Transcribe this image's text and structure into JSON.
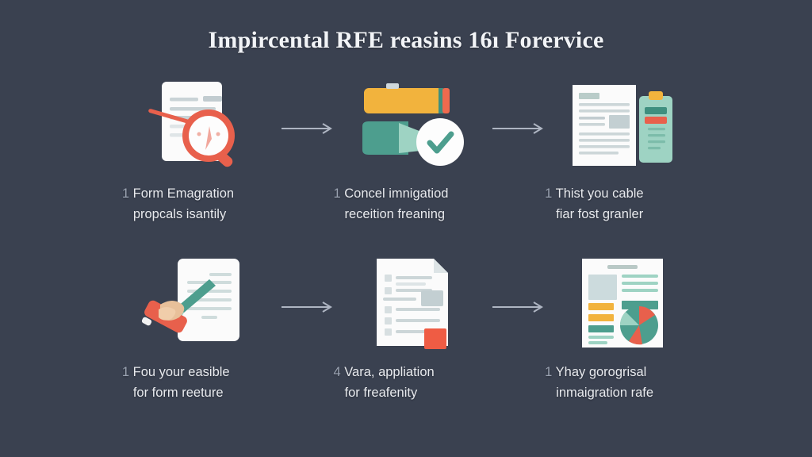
{
  "page": {
    "background_color": "#3a4150",
    "title": "Impircental RFE reasins 16ı Forervice"
  },
  "palette": {
    "background": "#3a4150",
    "title_text": "#f2f4f7",
    "caption_text": "#e8eaee",
    "caption_number": "#9aa2b1",
    "arrow": "#aeb5c2",
    "coral": "#e8604c",
    "teal": "#4d9e8e",
    "mint": "#9ed3c3",
    "yellow": "#f2b33d",
    "paper": "#fbfbfb",
    "line_grey": "#c9d3d6"
  },
  "arrows": {
    "icon": "arrow-right-icon",
    "count": 4,
    "color": "#aeb5c2"
  },
  "steps": [
    {
      "index": 1,
      "icon": "document-magnifier-icon",
      "number": "1",
      "line1": "Form Emagration",
      "line2": "propcals isantily"
    },
    {
      "index": 2,
      "icon": "highlighter-check-icon",
      "number": "1",
      "line1": "Concel imnigatiod",
      "line2": "receition freaning"
    },
    {
      "index": 3,
      "icon": "document-clipboard-icon",
      "number": "1",
      "line1": "Thist you cable",
      "line2": "fiar fost granler"
    },
    {
      "index": 4,
      "icon": "hand-writing-pen-icon",
      "number": "1",
      "line1": "Fou your easible",
      "line2": "for form reeture"
    },
    {
      "index": 5,
      "icon": "checklist-form-stamp-icon",
      "number": "4",
      "line1": "Vara, appliation",
      "line2": "for freafenity"
    },
    {
      "index": 6,
      "icon": "report-piechart-icon",
      "number": "1",
      "line1": "Yhay gorogrisal",
      "line2": "inmaigration rafe"
    }
  ]
}
